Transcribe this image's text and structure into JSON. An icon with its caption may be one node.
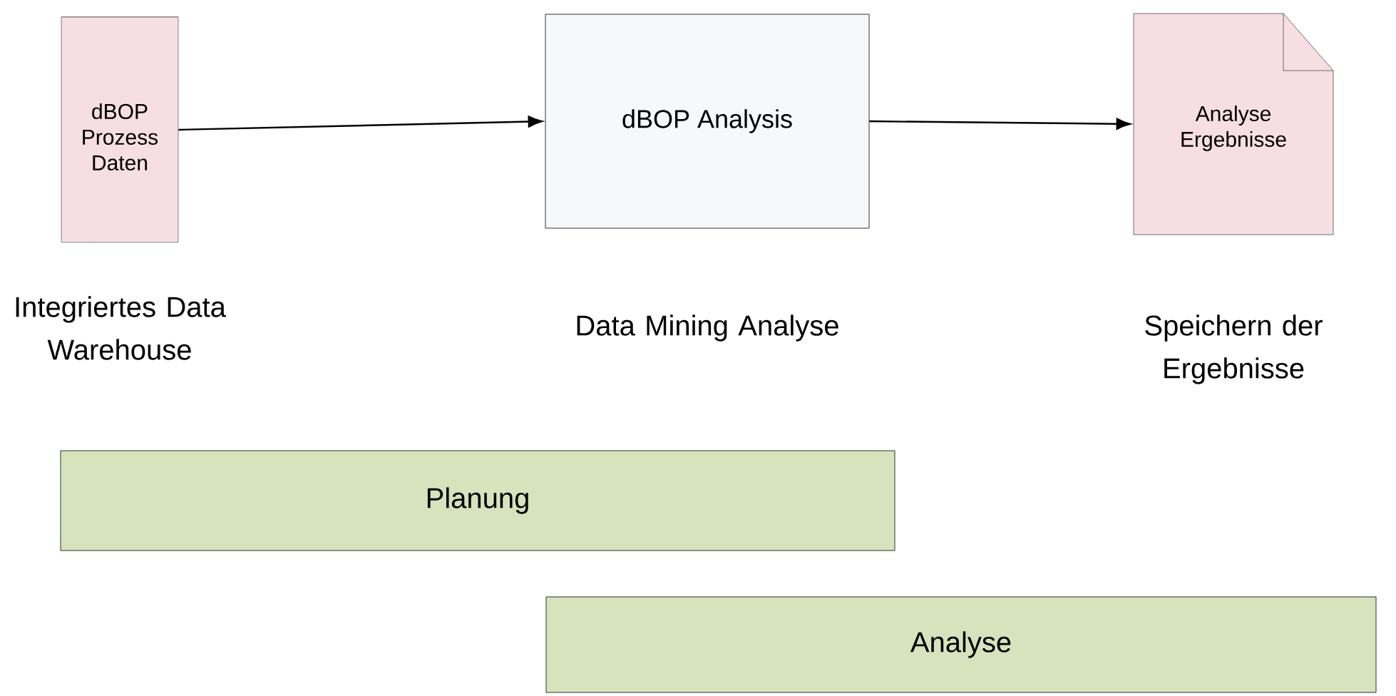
{
  "diagram": {
    "nodes": [
      {
        "text": [
          "dBOP Prozess Daten"
        ],
        "beside": [
          "Integriertes Data Warehouse"
        ]
      },
      {
        "text": [
          "dBOP Analysis"
        ],
        "beside": [
          "Data Mining Analyse"
        ]
      },
      {
        "text": [
          "Analyse Ergebnisse"
        ],
        "beside": [
          "Speichern der Ergebnisse"
        ]
      },
      {
        "text": [
          "Planung"
        ]
      },
      {
        "text": [
          "Analyse"
        ]
      }
    ],
    "edges": [
      {
        "from": 0,
        "to": 1,
        "arrow": "to"
      },
      {
        "from": 1,
        "to": 2,
        "arrow": "to"
      }
    ]
  }
}
